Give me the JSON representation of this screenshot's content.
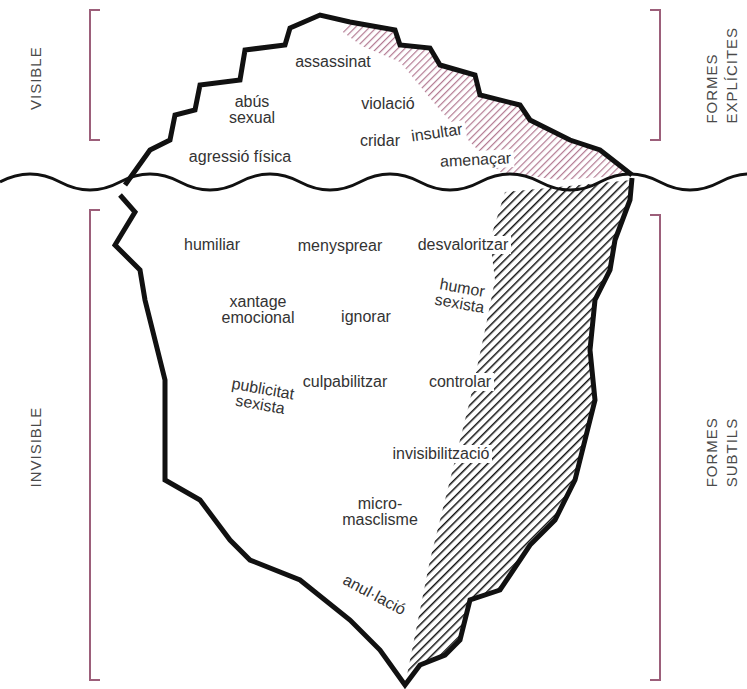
{
  "diagram": {
    "labels": [
      "VISIBLE",
      "FORMES EXPLÍCITES",
      "assassinat",
      "abús sexual",
      "violació",
      "cridar",
      "insultar",
      "agressió física",
      "amenaçar",
      "INVISIBLE",
      "FORMES SUBTILS",
      "humiliar",
      "menysprear",
      "desvaloritzar",
      "xantage emocional",
      "humor sexista",
      "ignorar",
      "culpabilitzar",
      "controlar",
      "publicitat sexista",
      "invisibilització",
      "micro-masclisme",
      "anul·lació"
    ]
  }
}
